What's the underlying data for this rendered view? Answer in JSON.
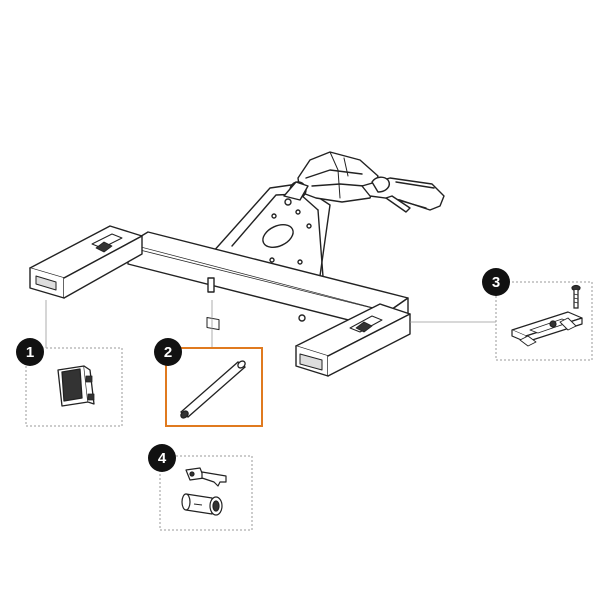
{
  "diagram": {
    "callouts": [
      {
        "number": "1",
        "part": "end-cap-plug"
      },
      {
        "number": "2",
        "part": "pin-rod"
      },
      {
        "number": "3",
        "part": "mounting-bracket-and-bolt"
      },
      {
        "number": "4",
        "part": "key-and-lock-cylinder"
      }
    ],
    "highlight_color": "#e07a1f",
    "badge_color": "#111111",
    "line_color": "#222222",
    "dotted_box_color": "#9a9a9a"
  }
}
